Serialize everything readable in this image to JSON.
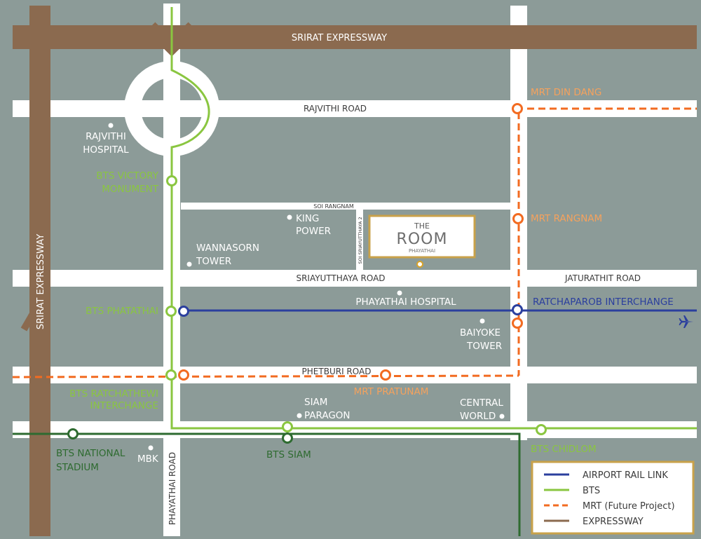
{
  "roads": {
    "srirat_top": "SRIRAT EXPRESSWAY",
    "srirat_left": "SRIRAT EXPRESSWAY",
    "rajvithi": "RAJVITHI ROAD",
    "soi_rangnam": "SOI RANGNAM",
    "soi_sriayutthaya": "SOI SRIAYUTTHAYA 2",
    "sriayutthaya": "SRIAYUTTHAYA ROAD",
    "jaturathit": "JATURATHIT ROAD",
    "phetburi": "PHETBURI ROAD",
    "phayathai": "PHAYATHAI ROAD"
  },
  "places": {
    "rajvithi_hospital": [
      "RAJVITHI",
      "HOSPITAL"
    ],
    "king_power": [
      "KING",
      "POWER"
    ],
    "wannasorn": [
      "WANNASORN",
      "TOWER"
    ],
    "phayathai_hospital": "PHAYATHAI HOSPITAL",
    "baiyoke": [
      "BAIYOKE",
      "TOWER"
    ],
    "siam_paragon": [
      "SIAM",
      "PARAGON"
    ],
    "central_world": [
      "CENTRAL",
      "WORLD"
    ],
    "mbk": "MBK"
  },
  "stations": {
    "victory": [
      "BTS VICTORY",
      "MONUMENT"
    ],
    "phatathai": "BTS PHATATHAI",
    "ratchathewi": [
      "BTS RATCHATHEWI",
      "INTERCHANGE"
    ],
    "national": [
      "BTS NATIONAL",
      "STADIUM"
    ],
    "siam": "BTS SIAM",
    "chidlom": "BTS CHIDLOM",
    "din_dang": "MRT DIN DANG",
    "rangnam": "MRT RANGNAM",
    "pratunam": "MRT PRATUNAM",
    "ratchaparob": "RATCHAPAROB INTERCHANGE"
  },
  "project": {
    "brand_line1": "THE",
    "brand_line2": "ROOM",
    "brand_line3": "PHAYATHAI"
  },
  "legend": {
    "items": [
      {
        "label": "AIRPORT RAIL LINK",
        "color": "#2b3f9e",
        "style": "solid"
      },
      {
        "label": "BTS",
        "color": "#8ac640",
        "style": "solid"
      },
      {
        "label": "MRT (Future Project)",
        "color": "#f26b21",
        "style": "dashed"
      },
      {
        "label": "EXPRESSWAY",
        "color": "#8b6a4f",
        "style": "solid"
      }
    ]
  },
  "colors": {
    "background": "#8c9b98",
    "road": "#ffffff",
    "expressway": "#8b6a4f",
    "bts": "#8ac640",
    "bts_dark": "#2e6b30",
    "mrt": "#f26b21",
    "airport_link": "#2b3f9e",
    "project_border": "#c9a24a"
  },
  "icons": {
    "airport": "airplane-icon"
  }
}
